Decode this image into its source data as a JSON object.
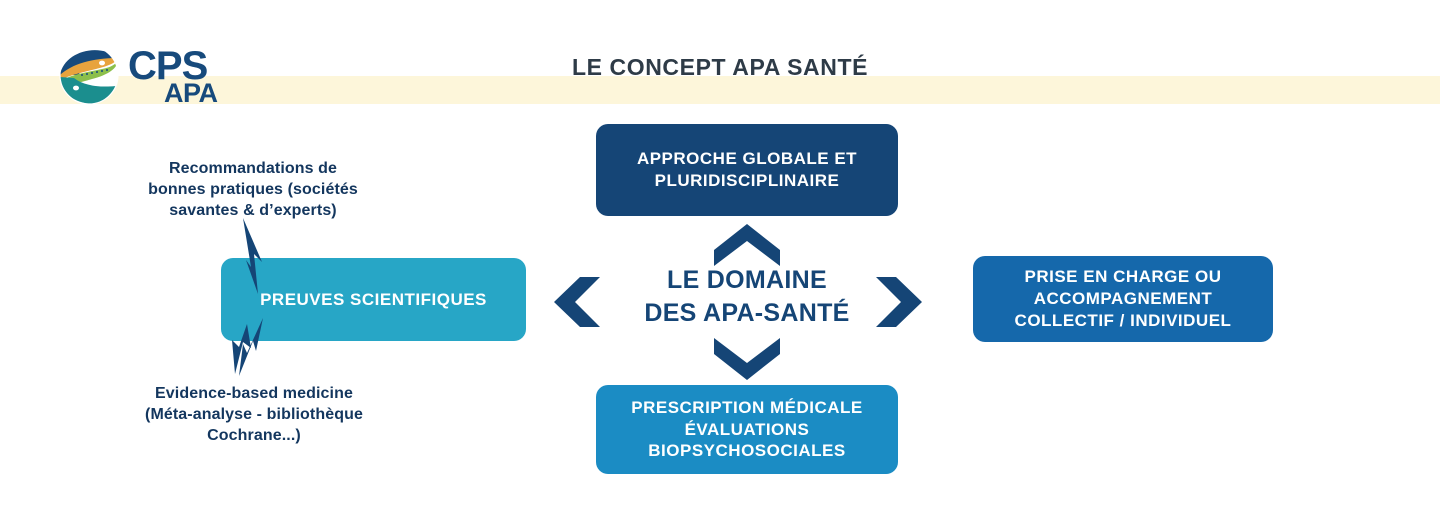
{
  "header": {
    "title": "LE CONCEPT APA SANTÉ",
    "band_color": "#FDF6DA",
    "title_color": "#2E3B47",
    "logo": {
      "name": "cps-apa-logo",
      "primary_text": "CPS",
      "secondary_text": "APA",
      "mark_navy": "#174A7C",
      "mark_teal": "#1B8E8E",
      "mark_orange": "#E8A33D",
      "mark_green": "#7CB342"
    }
  },
  "diagram": {
    "center": {
      "line1": "LE DOMAINE",
      "line2": "DES APA-SANTÉ",
      "color": "#154576"
    },
    "boxes": {
      "top": {
        "line1": "APPROCHE GLOBALE ET",
        "line2": "PLURIDISCIPLINAIRE",
        "color": "#154576"
      },
      "left": {
        "line1": "PREUVES SCIENTIFIQUES",
        "color": "#27A6C6"
      },
      "right": {
        "line1": "PRISE EN CHARGE OU",
        "line2": "ACCOMPAGNEMENT",
        "line3": "COLLECTIF / INDIVIDUEL",
        "color": "#1568AB"
      },
      "bottom": {
        "line1": "PRESCRIPTION MÉDICALE",
        "line2": "ÉVALUATIONS",
        "line3": "BIOPSYCHOSOCIALES",
        "color": "#1B8CC4"
      }
    },
    "notes": {
      "top": {
        "line1": "Recommandations de",
        "line2": "bonnes pratiques (sociétés",
        "line3": "savantes & d’experts)"
      },
      "bottom": {
        "line1": "Evidence-based medicine",
        "line2": "(Méta-analyse - bibliothèque",
        "line3": "Cochrane...)"
      },
      "color": "#13365E"
    },
    "arrows": {
      "up": "chevron-up-icon",
      "down": "chevron-down-icon",
      "left": "chevron-left-icon",
      "right": "chevron-right-icon",
      "diagonal_up": "thin-arrow-up-left-icon",
      "diagonal_down": "thin-arrow-down-left-icon",
      "color": "#154576"
    }
  }
}
